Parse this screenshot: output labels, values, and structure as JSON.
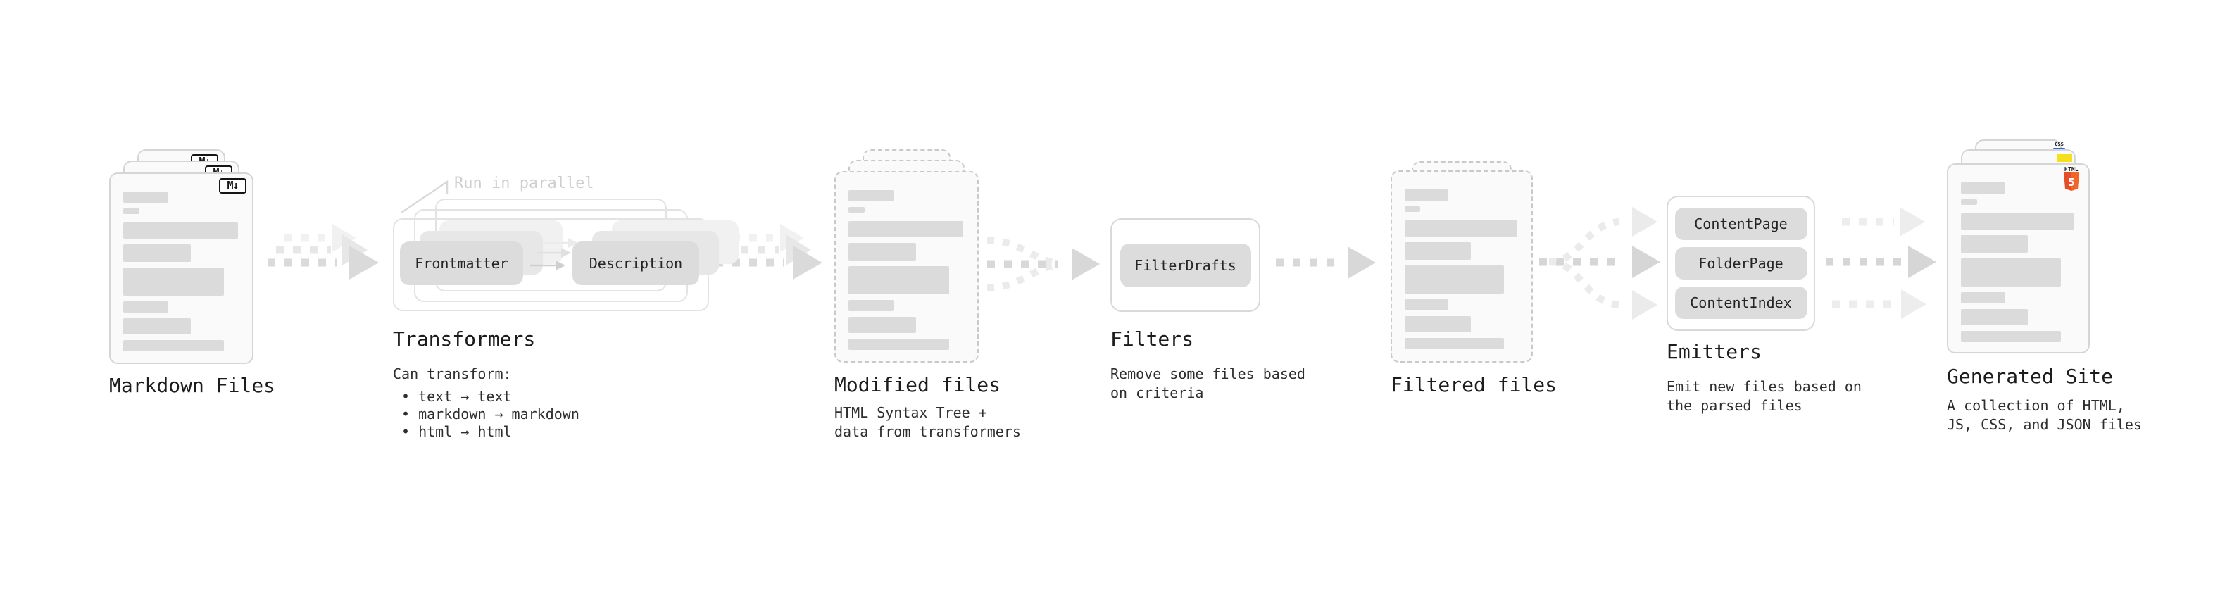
{
  "nodes": {
    "markdown_files": {
      "label": "Markdown Files",
      "file_count": 3
    },
    "transformers": {
      "label": "Transformers",
      "annotation": "Run in parallel",
      "chips": [
        "Frontmatter",
        "Description"
      ],
      "desc_title": "Can transform:",
      "bullets": [
        "• text → text",
        "• markdown → markdown",
        "• html → html"
      ]
    },
    "modified_files": {
      "label": "Modified files",
      "description": "HTML Syntax Tree +\ndata from transformers",
      "file_count": 3
    },
    "filters": {
      "label": "Filters",
      "chips": [
        "FilterDrafts"
      ],
      "description": "Remove some files based\non criteria"
    },
    "filtered_files": {
      "label": "Filtered files",
      "file_count": 2
    },
    "emitters": {
      "label": "Emitters",
      "chips": [
        "ContentPage",
        "FolderPage",
        "ContentIndex"
      ],
      "description": "Emit new files based on\nthe parsed files"
    },
    "generated_site": {
      "label": "Generated Site",
      "description": "A collection of HTML,\nJS, CSS, and JSON files",
      "file_count": 3
    }
  },
  "icons": {
    "markdown_badge": "M↓",
    "html5_label": "HTML",
    "html5_number": "5",
    "css_label": "CSS"
  },
  "colors": {
    "html5_orange": "#e44d26",
    "html5_orange_light": "#f16529",
    "js_yellow": "#f7df1e",
    "css_blue": "#3068e0",
    "bar_gray": "#dbdbdb",
    "chip_gray": "#dcdcdc",
    "arrow_gray": "#dadada",
    "arrow_light": "#e7e7e7",
    "annotation_gray": "#cfcfcf"
  }
}
